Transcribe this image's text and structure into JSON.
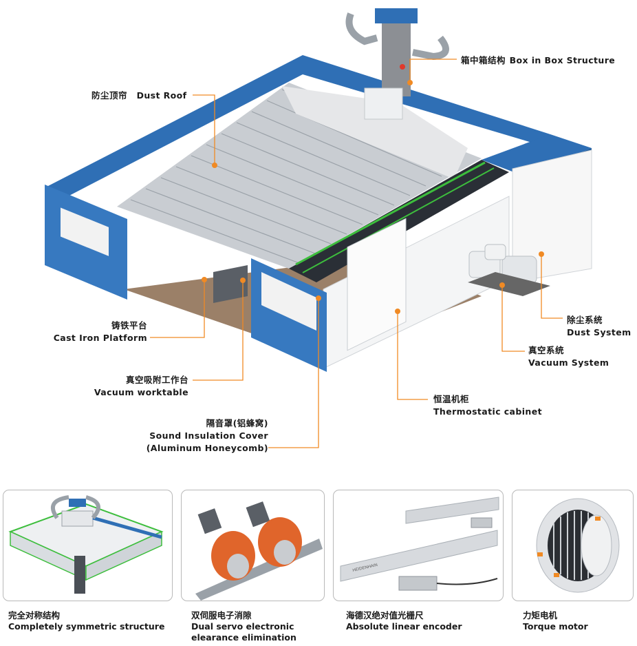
{
  "colors": {
    "accent_line": "#F08A24",
    "panel_blue": "#2F6FB5",
    "roof_gray": "#C9CDD2",
    "frame_green": "#3DBE3D",
    "motor_orange": "#E0652B"
  },
  "callouts": {
    "box_in_box": {
      "zh": "箱中箱结构",
      "en": "Box in Box Structure"
    },
    "dust_roof": {
      "zh": "防尘顶帘",
      "en": "Dust Roof"
    },
    "cast_iron": {
      "zh": "铸铁平台",
      "en": "Cast Iron Platform"
    },
    "vacuum_worktable": {
      "zh": "真空吸附工作台",
      "en": "Vacuum  worktable"
    },
    "sound_cover": {
      "zh": "隔音罩(铝蜂窝)",
      "en1": "Sound Insulation Cover",
      "en2": "(Aluminum Honeycomb)"
    },
    "thermostatic": {
      "zh": "恒温机柜",
      "en": "Thermostatic cabinet"
    },
    "vacuum_system": {
      "zh": "真空系统",
      "en": "Vacuum System"
    },
    "dust_system": {
      "zh": "除尘系统",
      "en": "Dust System"
    }
  },
  "features": [
    {
      "zh": "完全对称结构",
      "en": "Completely symmetric structure",
      "icon": "gantry-structure-illustration"
    },
    {
      "zh": "双伺服电子消隙",
      "en": "Dual servo electronic",
      "en2": "elearance elimination",
      "icon": "dual-servo-motor-illustration"
    },
    {
      "zh": "海德汉绝对值光栅尺",
      "en": "Absolute linear encoder",
      "icon": "linear-encoder-illustration",
      "brand": "HEIDENHAIN"
    },
    {
      "zh": "力矩电机",
      "en": "Torque motor",
      "icon": "torque-motor-illustration"
    }
  ]
}
